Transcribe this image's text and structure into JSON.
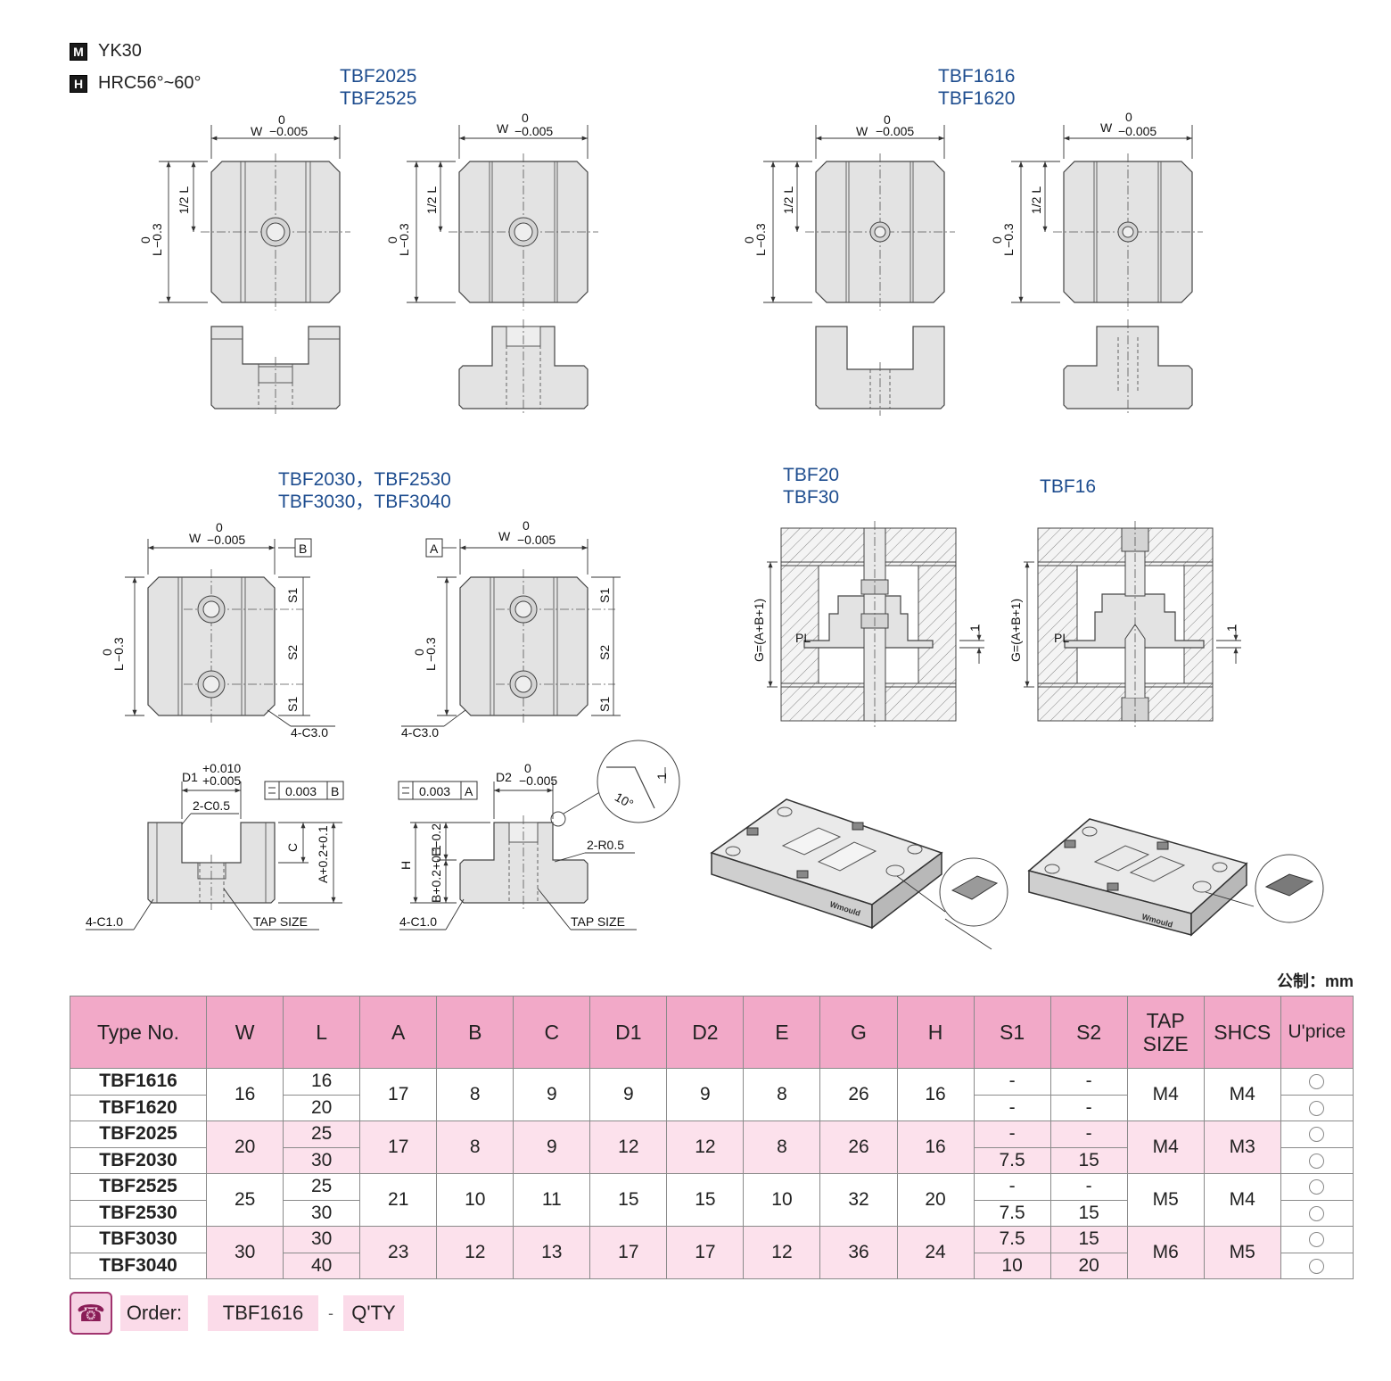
{
  "material": {
    "m_box": "M",
    "m_text": "YK30",
    "h_box": "H",
    "h_text": "HRC56°~60°"
  },
  "titles": {
    "group1_l1": "TBF2025",
    "group1_l2": "TBF2525",
    "group2_l1": "TBF1616",
    "group2_l2": "TBF1620",
    "group3_l1": "TBF2030，TBF2530",
    "group3_l2": "TBF3030，TBF3040",
    "group4_l1": "TBF20",
    "group4_l2": "TBF30",
    "group5": "TBF16"
  },
  "dims": {
    "w_label": "W",
    "tol_zero": "0",
    "w_tol": "−0.005",
    "l_label": "L",
    "l_tol": "−0.3",
    "half_l": "1/2 L",
    "s1": "S1",
    "s2": "S2",
    "c3": "4-C3.0",
    "ref_a": "A",
    "ref_b": "B",
    "d1": "D1",
    "d1_tol_up": "+0.010",
    "d1_tol_dn": "+0.005",
    "d2": "D2",
    "flat": "0.003",
    "c05": "2-C0.5",
    "c_label": "C",
    "a_tol": "A+0.2+0.1",
    "c10": "4-C1.0",
    "tap": "TAP SIZE",
    "h_label": "H",
    "e_tol": "E−0.2",
    "b_tol": "B+0.2+0.1",
    "r05": "2-R0.5",
    "angle": "10°",
    "one": "1",
    "pl": "PL",
    "g_eq": "G=(A+B+1)",
    "brand": "Wmould"
  },
  "table": {
    "unit": "公制：mm",
    "headers": [
      "Type No.",
      "W",
      "L",
      "A",
      "B",
      "C",
      "D1",
      "D2",
      "E",
      "G",
      "H",
      "S1",
      "S2",
      "TAP SIZE",
      "SHCS",
      "U'price"
    ],
    "groups": [
      {
        "w": "16",
        "a": "17",
        "b": "8",
        "c": "9",
        "d1": "9",
        "d2": "9",
        "e": "8",
        "g": "26",
        "h": "16",
        "tap": "M4",
        "shcs": "M4",
        "rows": [
          {
            "type": "TBF1616",
            "l": "16",
            "s1": "-",
            "s2": "-"
          },
          {
            "type": "TBF1620",
            "l": "20",
            "s1": "-",
            "s2": "-"
          }
        ]
      },
      {
        "w": "20",
        "a": "17",
        "b": "8",
        "c": "9",
        "d1": "12",
        "d2": "12",
        "e": "8",
        "g": "26",
        "h": "16",
        "tap": "M4",
        "shcs": "M3",
        "rows": [
          {
            "type": "TBF2025",
            "l": "25",
            "s1": "-",
            "s2": "-"
          },
          {
            "type": "TBF2030",
            "l": "30",
            "s1": "7.5",
            "s2": "15"
          }
        ]
      },
      {
        "w": "25",
        "a": "21",
        "b": "10",
        "c": "11",
        "d1": "15",
        "d2": "15",
        "e": "10",
        "g": "32",
        "h": "20",
        "tap": "M5",
        "shcs": "M4",
        "rows": [
          {
            "type": "TBF2525",
            "l": "25",
            "s1": "-",
            "s2": "-"
          },
          {
            "type": "TBF2530",
            "l": "30",
            "s1": "7.5",
            "s2": "15"
          }
        ]
      },
      {
        "w": "30",
        "a": "23",
        "b": "12",
        "c": "13",
        "d1": "17",
        "d2": "17",
        "e": "12",
        "g": "36",
        "h": "24",
        "tap": "M6",
        "shcs": "M5",
        "rows": [
          {
            "type": "TBF3030",
            "l": "30",
            "s1": "7.5",
            "s2": "15"
          },
          {
            "type": "TBF3040",
            "l": "40",
            "s1": "10",
            "s2": "20"
          }
        ]
      }
    ]
  },
  "order": {
    "label": "Order:",
    "code": "TBF1616",
    "sep": "-",
    "qty": "Q'TY"
  },
  "colors": {
    "accent_pink": "#f2a9c8",
    "row_pink": "#fce1ec",
    "title_blue": "#1e4d8f"
  }
}
